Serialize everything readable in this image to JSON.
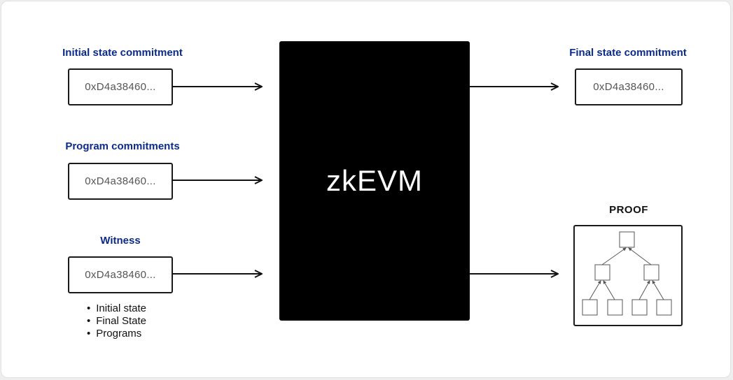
{
  "inputs": [
    {
      "label": "Initial state commitment",
      "value": "0xD4a38460..."
    },
    {
      "label": "Program commitments",
      "value": "0xD4a38460..."
    },
    {
      "label": "Witness",
      "value": "0xD4a38460..."
    }
  ],
  "witness_items": [
    "Initial state",
    "Final State",
    "Programs"
  ],
  "engine": {
    "label": "zkEVM"
  },
  "output": {
    "label": "Final state commitment",
    "value": "0xD4a38460..."
  },
  "proof": {
    "label": "PROOF"
  },
  "colors": {
    "label_blue": "#0b2a8a",
    "engine_bg": "#000000",
    "tree_stroke": "#555555"
  }
}
